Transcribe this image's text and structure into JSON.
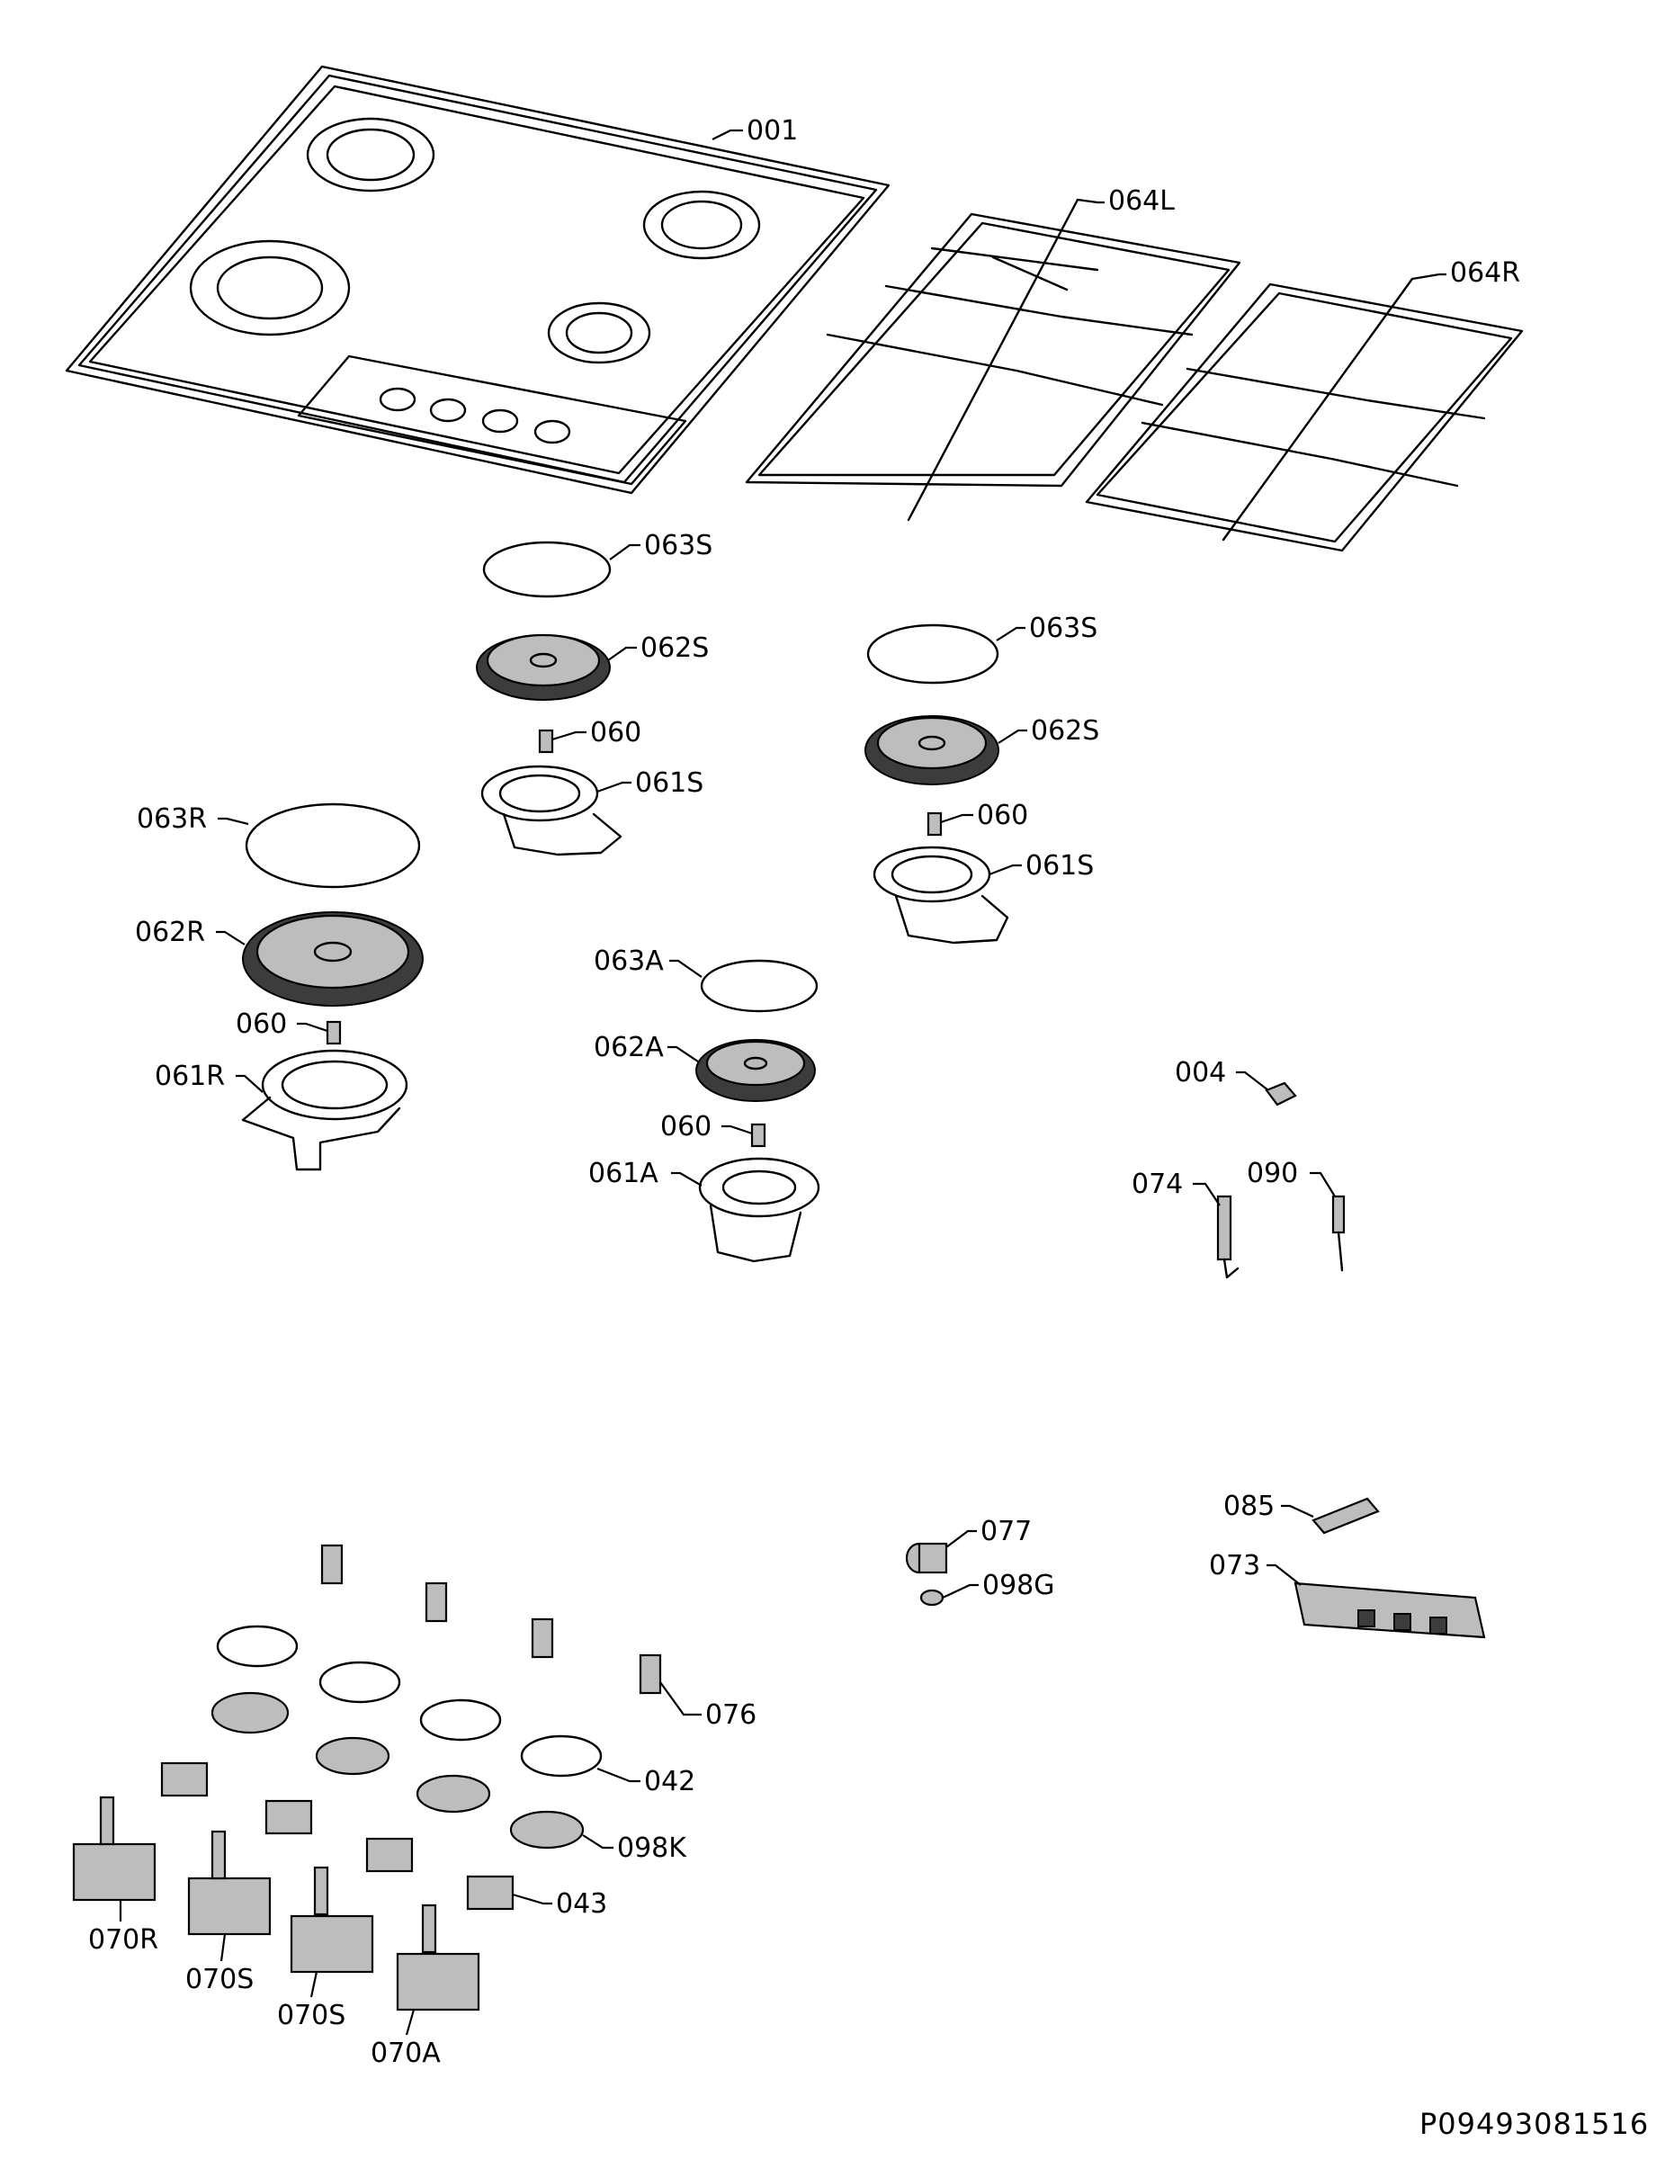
{
  "labels": {
    "l001": "001",
    "l064L": "064L",
    "l064R": "064R",
    "l063S_a": "063S",
    "l062S_a": "062S",
    "l060_a": "060",
    "l061S_a": "061S",
    "l063S_b": "063S",
    "l062S_b": "062S",
    "l060_b": "060",
    "l061S_b": "061S",
    "l063R": "063R",
    "l062R": "062R",
    "l060_c": "060",
    "l061R": "061R",
    "l063A": "063A",
    "l062A": "062A",
    "l060_d": "060",
    "l061A": "061A",
    "l004": "004",
    "l074": "074",
    "l090": "090",
    "l077": "077",
    "l098G": "098G",
    "l085": "085",
    "l073": "073",
    "l076": "076",
    "l042": "042",
    "l098K": "098K",
    "l043": "043",
    "l070R": "070R",
    "l070S_a": "070S",
    "l070S_b": "070S",
    "l070A": "070A"
  },
  "doc_id": "P09493081516"
}
